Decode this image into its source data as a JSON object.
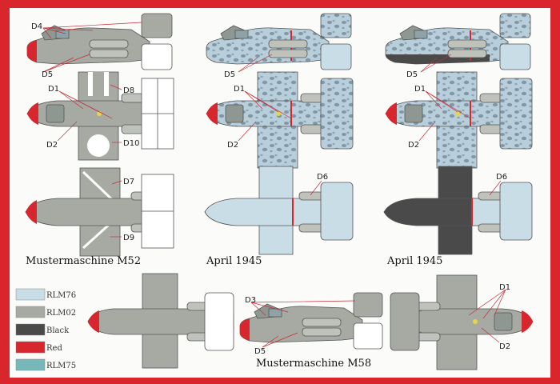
{
  "colors": {
    "RLM76": "#c9dde6",
    "RLM02": "#a7aaa2",
    "Black": "#4a4a4a",
    "Red": "#d7262d",
    "RLM75": "#76b8b9",
    "frame": "#d8262c",
    "paper": "#fbfbf9",
    "camo_base": "#b8cfdb",
    "camo_spot": "#7f97a6"
  },
  "captions": {
    "m52": "Mustermaschine M52",
    "april1": "April 1945",
    "april2": "April 1945",
    "m58": "Mustermaschine M58"
  },
  "legend": [
    {
      "label": "RLM76",
      "color": "#c9dde6"
    },
    {
      "label": "RLM02",
      "color": "#a7aaa2"
    },
    {
      "label": "Black",
      "color": "#4a4a4a"
    },
    {
      "label": "Red",
      "color": "#d7262d"
    },
    {
      "label": "RLM75",
      "color": "#76b8b9"
    }
  ],
  "decals": {
    "D1": "D1",
    "D2": "D2",
    "D3": "D3",
    "D4": "D4",
    "D5": "D5",
    "D6": "D6",
    "D7": "D7",
    "D8": "D8",
    "D9": "D9",
    "D10": "D10"
  },
  "icons": [
    "aircraft-side-view",
    "aircraft-top-view",
    "aircraft-bottom-view"
  ]
}
